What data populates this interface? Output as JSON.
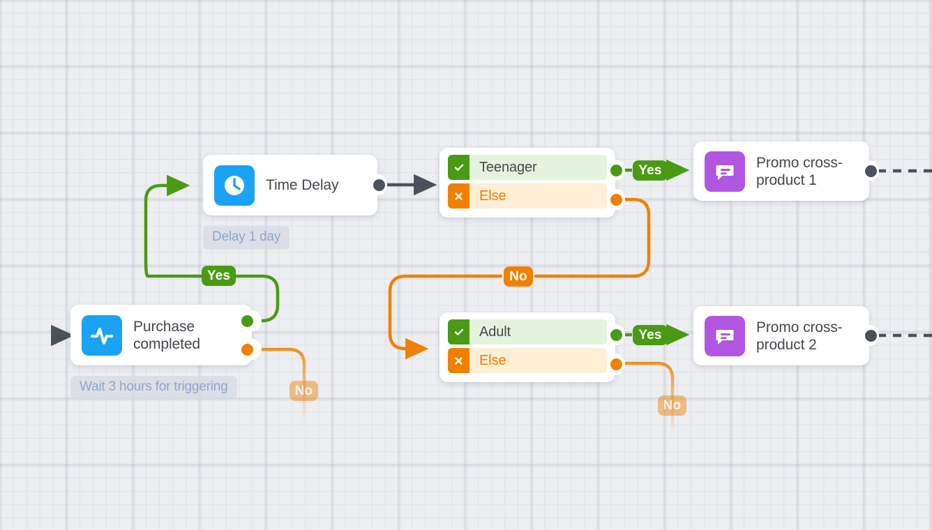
{
  "canvas": {
    "background_color": "#eceef1",
    "grid_color": "#afb6c0"
  },
  "palette": {
    "green": "#4a9a14",
    "orange": "#f08000",
    "blue": "#1aa3f5",
    "purple": "#b056e0",
    "gray": "#4b515c",
    "sublabel_text": "#8da6cc",
    "node_title": "#43474d"
  },
  "nodes": [
    {
      "id": "purchase-completed",
      "type": "trigger",
      "title": "Purchase completed",
      "title_line_1": "Purchase",
      "title_line_2": "completed",
      "icon": "pulse-icon",
      "icon_color": "#1aa3f5",
      "sublabel": "Wait 3 hours for triggering",
      "ports": [
        "green",
        "orange"
      ]
    },
    {
      "id": "time-delay",
      "type": "action",
      "title": "Time Delay",
      "icon": "clock-icon",
      "icon_color": "#1aa3f5",
      "sublabel": "Delay 1 day",
      "ports": [
        "gray"
      ]
    },
    {
      "id": "condition-teenager",
      "type": "condition",
      "rows": [
        {
          "label": "Teenager",
          "badge": "check-icon",
          "kind": "yes"
        },
        {
          "label": "Else",
          "badge": "cross-icon",
          "kind": "no"
        }
      ]
    },
    {
      "id": "condition-adult",
      "type": "condition",
      "rows": [
        {
          "label": "Adult",
          "badge": "check-icon",
          "kind": "yes"
        },
        {
          "label": "Else",
          "badge": "cross-icon",
          "kind": "no"
        }
      ]
    },
    {
      "id": "promo-cross-product-1",
      "type": "action",
      "title": "Promo cross-product 1",
      "title_line_1": "Promo cross-",
      "title_line_2": "product 1",
      "icon": "message-icon",
      "icon_color": "#b056e0",
      "ports": [
        "gray"
      ]
    },
    {
      "id": "promo-cross-product-2",
      "type": "action",
      "title": "Promo cross-product 2",
      "title_line_1": "Promo cross-",
      "title_line_2": "product 2",
      "icon": "message-icon",
      "icon_color": "#b056e0",
      "ports": [
        "gray"
      ]
    }
  ],
  "edge_labels": {
    "yes_loopback": "Yes",
    "no_purchase": "No",
    "yes_teenager": "Yes",
    "no_teenager": "No",
    "yes_adult": "Yes",
    "no_adult": "No"
  }
}
